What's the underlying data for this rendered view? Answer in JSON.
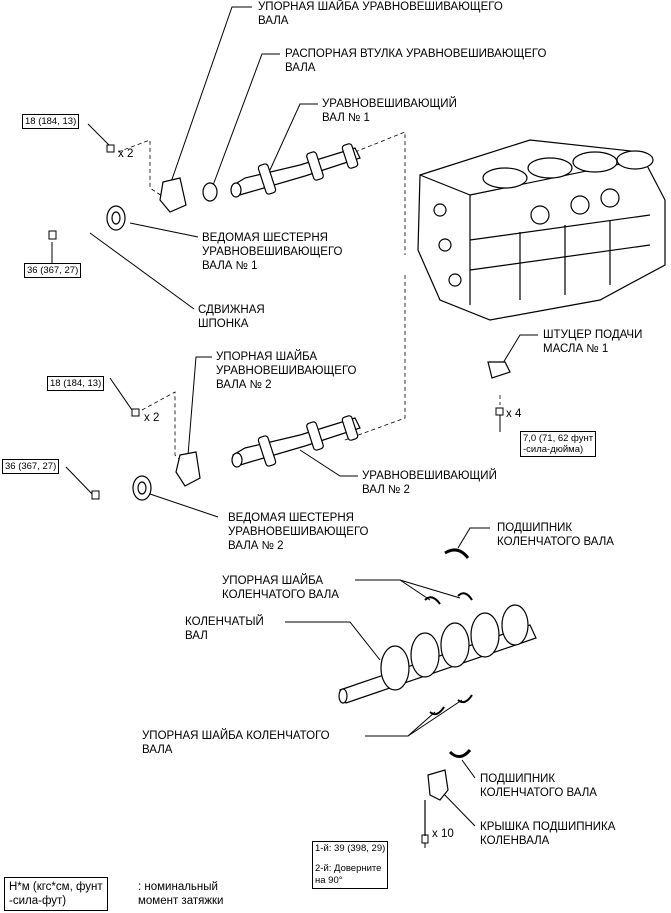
{
  "labels": {
    "thrust_washer_balance_shaft": "УПОРНАЯ ШАЙБА УРАВНОВЕШИВАЮЩЕГО",
    "thrust_washer_balance_shaft_2": "ВАЛА",
    "spacer_sleeve": "РАСПОРНАЯ ВТУЛКА УРАВНОВЕШИВАЮЩЕГО",
    "spacer_sleeve_2": "ВАЛА",
    "balance_shaft_1": "УРАВНОВЕШИВАЮЩИЙ",
    "balance_shaft_1_2": "ВАЛ № 1",
    "driven_gear_1": "ВЕДОМАЯ ШЕСТЕРНЯ",
    "driven_gear_1_2": "УРАВНОВЕШИВАЮЩЕГО",
    "driven_gear_1_3": "ВАЛА № 1",
    "sliding_key": "СДВИЖНАЯ",
    "sliding_key_2": "ШПОНКА",
    "thrust_washer_2": "УПОРНАЯ ШАЙБА",
    "thrust_washer_2_2": "УРАВНОВЕШИВАЮЩЕГО",
    "thrust_washer_2_3": "ВАЛА № 2",
    "oil_union": "ШТУЦЕР ПОДАЧИ",
    "oil_union_2": "МАСЛА № 1",
    "balance_shaft_2": "УРАВНОВЕШИВАЮЩИЙ",
    "balance_shaft_2_2": "ВАЛ № 2",
    "driven_gear_2": "ВЕДОМАЯ ШЕСТЕРНЯ",
    "driven_gear_2_2": "УРАВНОВЕШИВАЮЩЕГО",
    "driven_gear_2_3": "ВАЛА № 2",
    "crank_bearing_top": "ПОДШИПНИК",
    "crank_bearing_top_2": "КОЛЕНЧАТОГО ВАЛА",
    "crank_thrust_washer_top": "УПОРНАЯ ШАЙБА",
    "crank_thrust_washer_top_2": "КОЛЕНЧАТОГО ВАЛА",
    "crankshaft": "КОЛЕНЧАТЫЙ",
    "crankshaft_2": "ВАЛ",
    "crank_thrust_washer_bottom": "УПОРНАЯ ШАЙБА КОЛЕНЧАТОГО",
    "crank_thrust_washer_bottom_2": "ВАЛА",
    "crank_bearing_bottom": "ПОДШИПНИК",
    "crank_bearing_bottom_2": "КОЛЕНЧАТОГО ВАЛА",
    "bearing_cap": "КРЫШКА ПОДШИПНИКА",
    "bearing_cap_2": "КОЛЕНВАЛА"
  },
  "torque_boxes": {
    "t1": "18 (184, 13)",
    "t2": "36 (367, 27)",
    "t3": "18 (184, 13)",
    "t4": "36 (367, 27)",
    "t5_line1": "7,0 (71, 62 фунт",
    "t5_line2": "-сила-дюйма)",
    "t6_line1": "1-й: 39 (398, 29)",
    "t6_line2": "2-й: Доверните",
    "t6_line3": "на 90°"
  },
  "quantities": {
    "q1": "x 2",
    "q2": "x 2",
    "q3": "x 4",
    "q4": "x 10"
  },
  "legend": {
    "units_line1": "Н*м (кгс*см, фунт",
    "units_line2": "-сила-фут)",
    "desc_line1": ": номинальный",
    "desc_line2": "момент затяжки"
  }
}
